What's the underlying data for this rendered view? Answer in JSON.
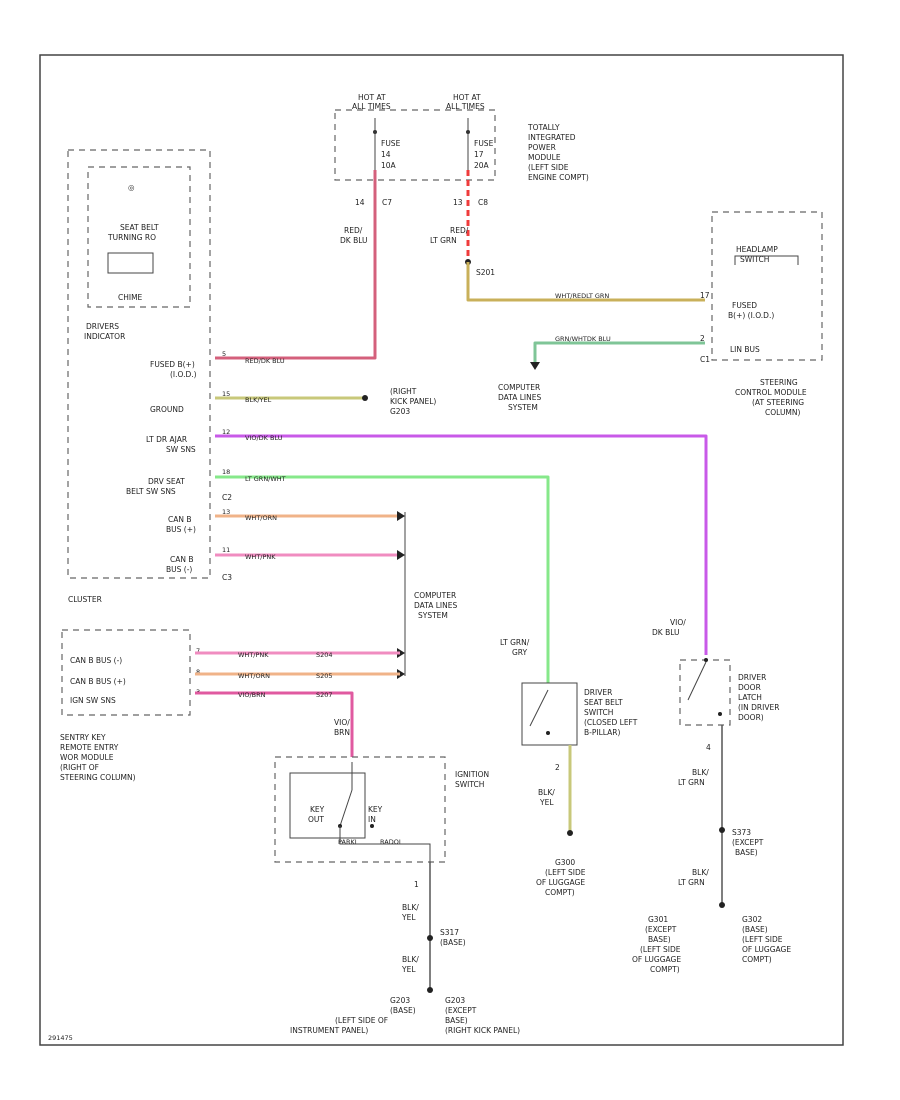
{
  "colors": {
    "red_dkblu": "#d4607c",
    "red_ltgrn": "#ef3b3b",
    "wht_redltgrn": "#c9b05a",
    "grn_whtdkblu": "#7fc597",
    "blk_yel": "#c8c87a",
    "viodkblu": "#c85ae8",
    "ltgrn": "#86e88a",
    "wht_orn": "#f0b388",
    "wht_pnk": "#f08cc0",
    "viobrn": "#e05aa0",
    "blk": "#555555"
  },
  "labels": {
    "hot1": [
      "HOT AT",
      "ALL TIMES"
    ],
    "hot2": [
      "HOT AT",
      "ALL TIMES"
    ],
    "fuse1": [
      "FUSE",
      "14",
      "10A"
    ],
    "fuse2": [
      "FUSE",
      "17",
      "20A"
    ],
    "tipm": [
      "TOTALLY",
      "INTEGRATED",
      "POWER",
      "MODULE",
      "(LEFT SIDE",
      "ENGINE COMPT)"
    ],
    "n1": "14",
    "c7": "C7",
    "n2": "13",
    "c8": "C8",
    "red_dkblu": [
      "RED/",
      "DK BLU"
    ],
    "red_ltgrn": [
      "RED/",
      "LT GRN"
    ],
    "s201": "S201",
    "w_redltgrn": "WHT/REDLT GRN",
    "w_grnwht": "GRN/WHTDK BLU",
    "p17": "17",
    "p2": "2",
    "c1": "C1",
    "headlamp": [
      "HEADLAMP",
      "SWITCH"
    ],
    "fused_b": [
      "FUSED",
      "B(+) (I.O.D.)"
    ],
    "lin_bus": "LIN BUS",
    "scm": [
      "STEERING",
      "CONTROL MODULE",
      "(AT STEERING",
      "COLUMN)"
    ],
    "cdl1": [
      "COMPUTER",
      "DATA LINES",
      "SYSTEM"
    ],
    "icon": "◎",
    "seatbelt_ind": [
      "SEAT BELT",
      "TURNING RO"
    ],
    "chime": "CHIME",
    "drivers_ind": [
      "DRIVERS",
      "INDICATOR"
    ],
    "cluster_pins": [
      [
        "FUSED B(+)",
        "(I.O.D.)"
      ],
      [
        "GROUND"
      ],
      [
        "LT DR AJAR",
        "SW SNS"
      ],
      [
        "DRV SEAT",
        "BELT SW SNS"
      ],
      [
        "CAN B",
        "BUS (+)"
      ],
      [
        "CAN B",
        "BUS (-)"
      ]
    ],
    "wire_labels_cluster": [
      "RED/DK BLU",
      "BLK/YEL",
      "VIO/DK BLU",
      "LT GRN/WHT",
      "WHT/ORN",
      "WHT/PNK"
    ],
    "pinnums": [
      "5",
      "15",
      "12",
      "18",
      "13",
      "11"
    ],
    "c2": "C2",
    "c3": "C3",
    "right_kick": [
      "(RIGHT",
      "KICK PANEL)",
      "G203"
    ],
    "cluster": "CLUSTER",
    "cdl2": [
      "COMPUTER",
      "DATA LINES",
      "SYSTEM"
    ],
    "sentry_pins": [
      "CAN B BUS (-)",
      "CAN B BUS (+)",
      "IGN SW SNS"
    ],
    "sentry_pinnums": [
      "7",
      "8",
      "3"
    ],
    "sentry_wires": [
      "WHT/PNK",
      "WHT/ORN",
      "VIO/BRN"
    ],
    "splices": [
      "S204",
      "S205",
      "S207"
    ],
    "vio_brn": [
      "VIO/",
      "BRN"
    ],
    "sentry": [
      "SENTRY KEY",
      "REMOTE ENTRY",
      "WOR MODULE",
      "(RIGHT OF",
      "STEERING COLUMN)"
    ],
    "ign_sw": [
      "IGNITION",
      "SWITCH"
    ],
    "key_out": [
      "KEY",
      "OUT"
    ],
    "key_in": [
      "KEY",
      "IN"
    ],
    "ign_pos": [
      "PARKL",
      "RADOL"
    ],
    "one": "1",
    "blk_yel": [
      "BLK/",
      "YEL"
    ],
    "s317": [
      "S317",
      "(BASE)"
    ],
    "g203": [
      "G203",
      "(BASE)",
      "(LEFT SIDE OF",
      "INSTRUMENT PANEL)"
    ],
    "g203b": [
      "G203",
      "(EXCEPT",
      "BASE)",
      "(RIGHT KICK PANEL)"
    ],
    "ltgrn_gry": [
      "LT GRN/",
      "GRY"
    ],
    "dsb": [
      "DRIVER",
      "SEAT BELT",
      "SWITCH",
      "(CLOSED LEFT",
      "B-PILLAR)"
    ],
    "p2b": "2",
    "blk_yel2": [
      "BLK/",
      "YEL"
    ],
    "g300": [
      "G300",
      "(LEFT SIDE",
      "OF LUGGAGE",
      "COMPT)"
    ],
    "vio_dkblu": [
      "VIO/",
      "DK BLU"
    ],
    "ddl": [
      "DRIVER",
      "DOOR",
      "LATCH",
      "(IN DRIVER",
      "DOOR)"
    ],
    "p4": "4",
    "blk_ltgrn": [
      "BLK/",
      "LT GRN"
    ],
    "s373": [
      "S373",
      "(EXCEPT",
      "BASE)"
    ],
    "blk_ltgrn2": [
      "BLK/",
      "LT GRN"
    ],
    "g301": [
      "G301",
      "(EXCEPT",
      "BASE)",
      "(LEFT SIDE",
      "OF LUGGAGE",
      "COMPT)"
    ],
    "g302": [
      "G302",
      "(BASE)",
      "(LEFT SIDE",
      "OF LUGGAGE",
      "COMPT)"
    ],
    "footer": "291475"
  }
}
